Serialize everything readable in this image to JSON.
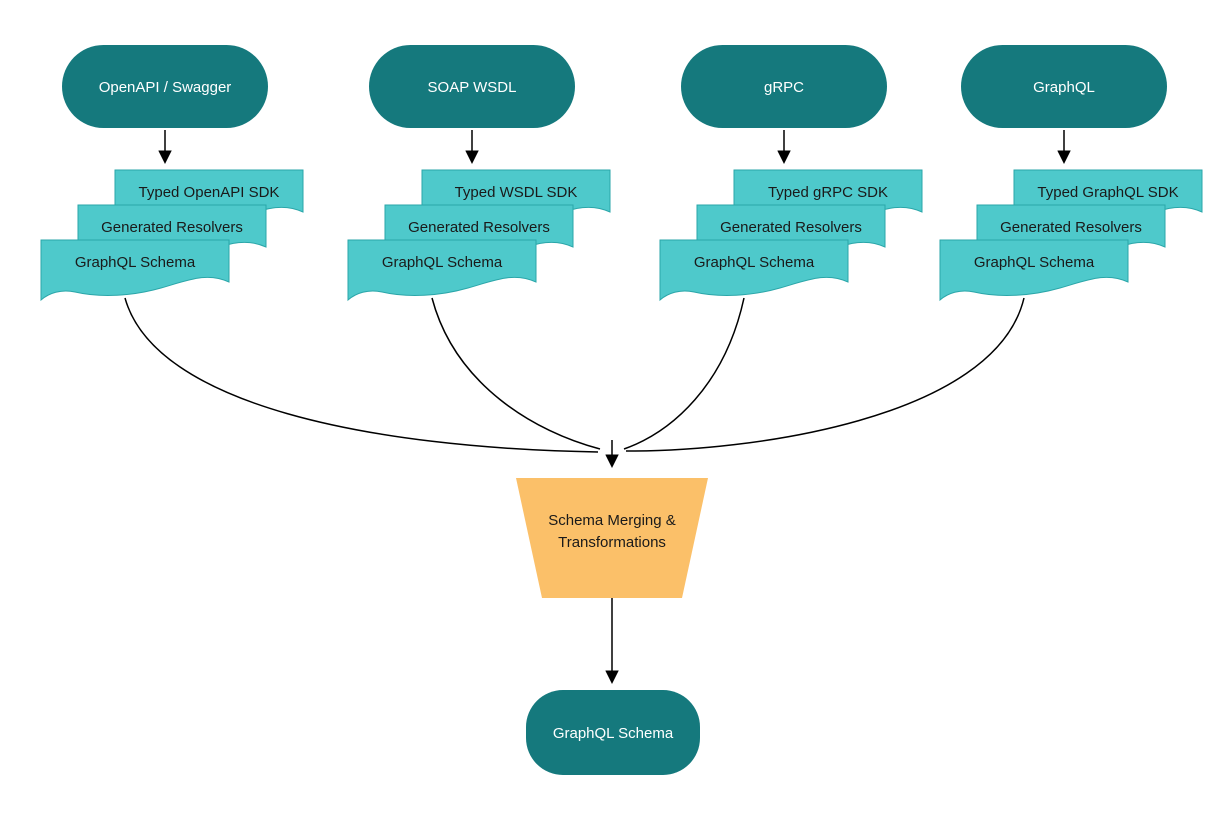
{
  "diagram": {
    "colors": {
      "source_node_fill": "#15797d",
      "document_fill": "#4ec9cb",
      "merge_node_fill": "#fbc069",
      "arrow_color": "#000000",
      "source_text": "#ffffff",
      "document_text": "#1a1a1a"
    },
    "sources": [
      {
        "label": "OpenAPI / Swagger",
        "docs": {
          "sdk": "Typed OpenAPI SDK",
          "resolvers": "Generated Resolvers",
          "schema": "GraphQL Schema"
        }
      },
      {
        "label": "SOAP WSDL",
        "docs": {
          "sdk": "Typed WSDL SDK",
          "resolvers": "Generated Resolvers",
          "schema": "GraphQL Schema"
        }
      },
      {
        "label": "gRPC",
        "docs": {
          "sdk": "Typed gRPC SDK",
          "resolvers": "Generated Resolvers",
          "schema": "GraphQL Schema"
        }
      },
      {
        "label": "GraphQL",
        "docs": {
          "sdk": "Typed GraphQL SDK",
          "resolvers": "Generated Resolvers",
          "schema": "GraphQL Schema"
        }
      }
    ],
    "merge": {
      "line1": "Schema Merging &",
      "line2": "Transformations"
    },
    "output": {
      "label": "GraphQL Schema"
    }
  }
}
